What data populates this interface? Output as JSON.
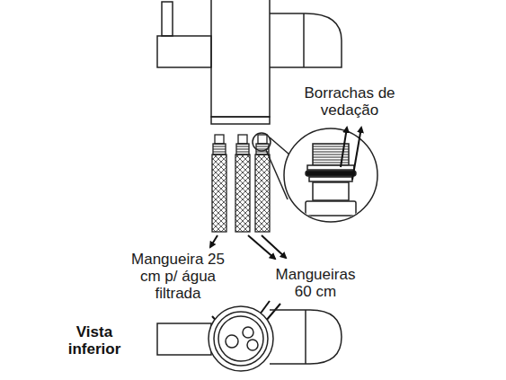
{
  "diagram": {
    "labels": [
      "Borrachas de vedação",
      "Mangueira 25 cm p/ água filtrada",
      "Mangueiras 60 cm",
      "Vista inferior"
    ]
  }
}
